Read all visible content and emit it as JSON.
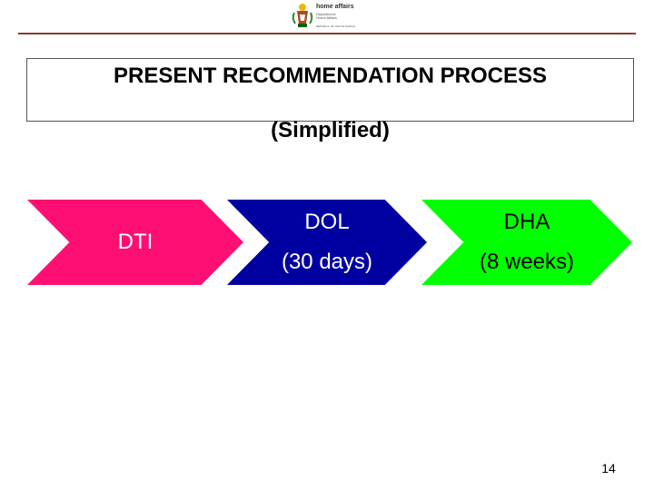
{
  "header": {
    "logo": {
      "brand": "home affairs",
      "department_line1": "Department:",
      "department_line2": "Home Affairs",
      "country": "REPUBLIC OF SOUTH AFRICA"
    }
  },
  "title": {
    "line1": "PRESENT RECOMMENDATION PROCESS",
    "line2": "(Simplified)"
  },
  "process_steps": [
    {
      "label": "DTI",
      "sub": "",
      "color": "#ff0f73",
      "text_color": "#ffffff"
    },
    {
      "label": "DOL",
      "sub": "(30 days)",
      "color": "#0000a0",
      "text_color": "#ffffff"
    },
    {
      "label": "DHA",
      "sub": "(8 weeks)",
      "color": "#00ff00",
      "text_color": "#000000"
    }
  ],
  "footer": {
    "page_number": "14"
  },
  "colors": {
    "header_rule": "#8b3a2a",
    "title_border": "#555555"
  }
}
